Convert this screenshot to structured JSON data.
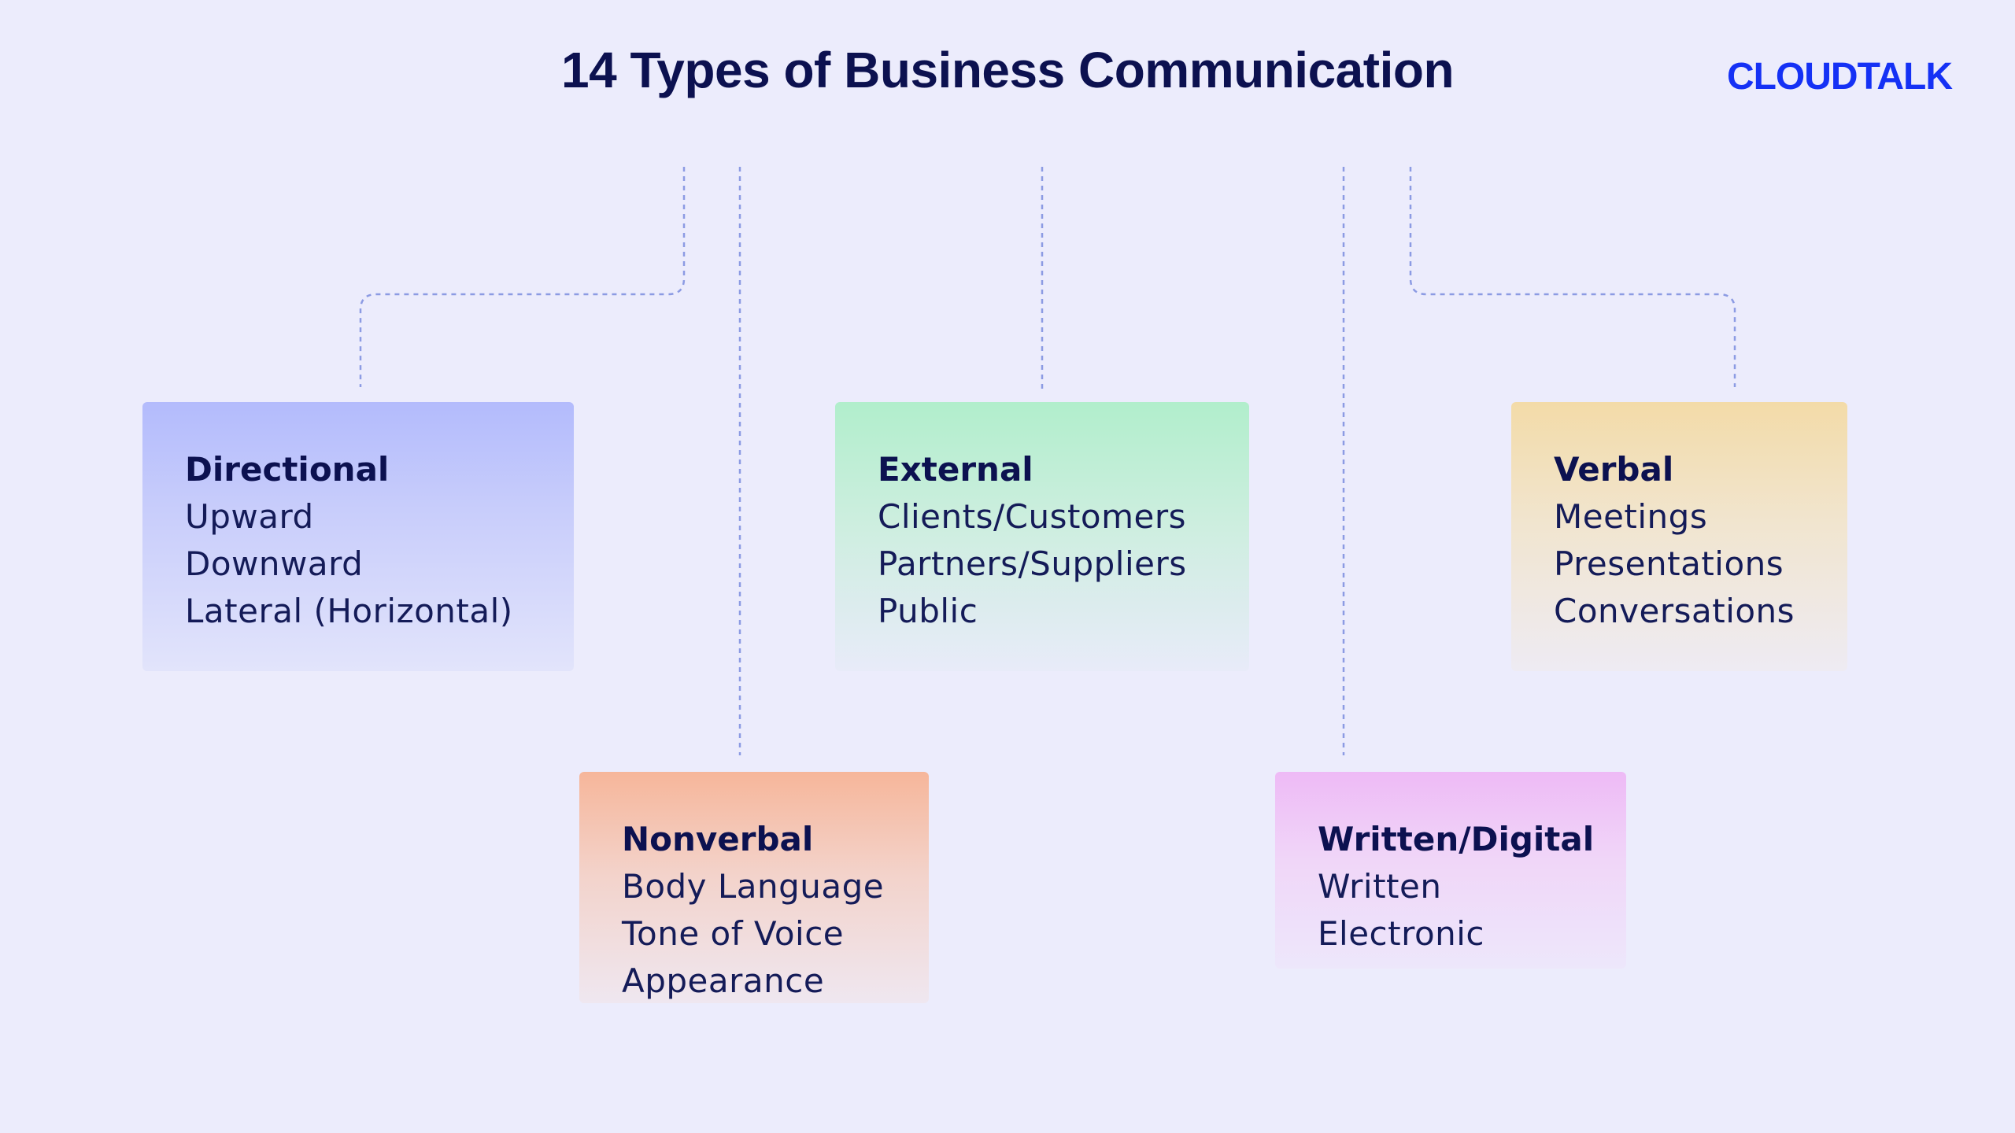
{
  "title": "14 Types of Business Communication",
  "logo": "CLOUDTALK",
  "colors": {
    "background": "#ECECFC",
    "title": "#0C1150",
    "logo": "#1531F5",
    "connector": "#8C9BE3",
    "directional": "#B3BBFC",
    "external": "#B1EECC",
    "verbal": "#F3DBA8",
    "nonverbal": "#F6B69A",
    "written_digital": "#EEBAF6"
  },
  "categories": {
    "directional": {
      "title": "Directional",
      "items": [
        "Upward",
        "Downward",
        "Lateral (Horizontal)"
      ]
    },
    "external": {
      "title": "External",
      "items": [
        "Clients/Customers",
        "Partners/Suppliers",
        "Public"
      ]
    },
    "verbal": {
      "title": "Verbal",
      "items": [
        "Meetings",
        "Presentations",
        "Conversations"
      ]
    },
    "nonverbal": {
      "title": "Nonverbal",
      "items": [
        "Body Language",
        "Tone of Voice",
        "Appearance"
      ]
    },
    "written_digital": {
      "title": "Written/Digital",
      "items": [
        "Written",
        "Electronic"
      ]
    }
  }
}
